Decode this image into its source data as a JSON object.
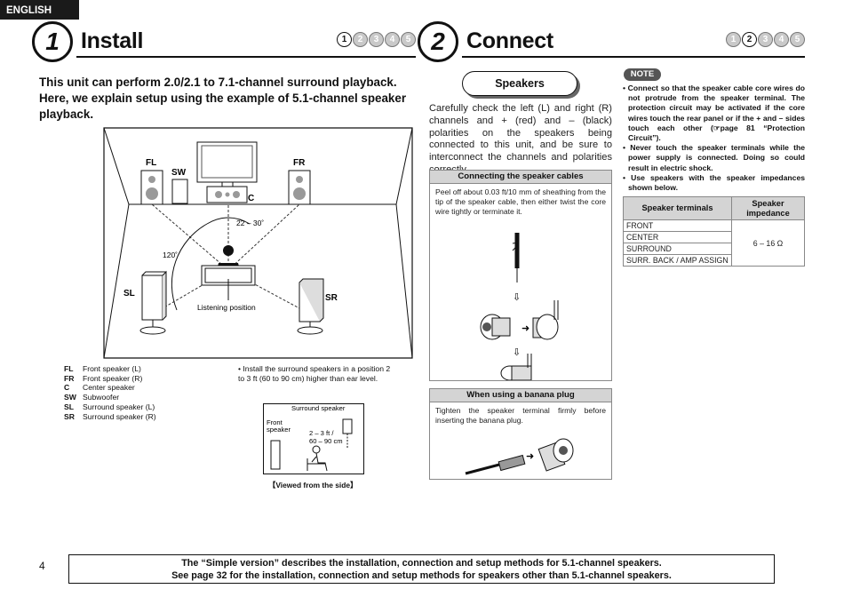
{
  "language_tab": "ENGLISH",
  "section1": {
    "number": "1",
    "title": "Install",
    "steps": [
      "1",
      "2",
      "3",
      "4",
      "5"
    ],
    "active_step": 0
  },
  "section2": {
    "number": "2",
    "title": "Connect",
    "steps": [
      "1",
      "2",
      "3",
      "4",
      "5"
    ],
    "active_step": 1
  },
  "intro": "This unit can perform 2.0/2.1 to 7.1-channel surround playback. Here, we explain setup using the example of 5.1-channel speaker playback.",
  "diagram": {
    "labels": {
      "fl": "FL",
      "fr": "FR",
      "sw": "SW",
      "c": "C",
      "sl": "SL",
      "sr": "SR"
    },
    "angle_front": "22 – 30˚",
    "angle_surround": "120˚",
    "listening_position": "Listening position"
  },
  "legend": [
    {
      "code": "FL",
      "desc": "Front speaker (L)"
    },
    {
      "code": "FR",
      "desc": "Front speaker (R)"
    },
    {
      "code": "C",
      "desc": "Center speaker"
    },
    {
      "code": "SW",
      "desc": "Subwoofer"
    },
    {
      "code": "SL",
      "desc": "Surround speaker (L)"
    },
    {
      "code": "SR",
      "desc": "Surround speaker (R)"
    }
  ],
  "surround_note": "• Install the surround speakers in a position 2 to 3 ft (60 to 90 cm) higher than ear level.",
  "side_view": {
    "surround_speaker": "Surround speaker",
    "front_speaker_1": "Front",
    "front_speaker_2": "speaker",
    "height_1": "2 – 3 ft /",
    "height_2": "60 – 90 cm",
    "caption": "【Viewed from the side】"
  },
  "speakers_pill": "Speakers",
  "connect_text": "Carefully check the left (L) and right (R) channels and + (red) and – (black) polarities on the speakers being connected to this unit, and be sure to interconnect the channels and polarities correctly.",
  "cables_panel": {
    "title": "Connecting the speaker cables",
    "text": "Peel off about 0.03 ft/10 mm of sheathing from the tip of the speaker cable, then either twist the core wire tightly or terminate it."
  },
  "banana_panel": {
    "title": "When using a banana plug",
    "text": "Tighten the speaker terminal firmly before inserting the banana plug."
  },
  "note_tag": "NOTE",
  "notes": [
    "Connect so that the speaker cable core wires do not protrude from the speaker terminal. The protection circuit may be activated if the core wires touch the rear panel or if the + and – sides touch each other (☞page 81 “Protection Circuit”).",
    "Never touch the speaker terminals while the power supply is connected. Doing so could result in electric shock.",
    "Use speakers with the speaker impedances shown below."
  ],
  "impedance_table": {
    "col1": "Speaker terminals",
    "col2_line1": "Speaker",
    "col2_line2": "impedance",
    "rows": [
      "FRONT",
      "CENTER",
      "SURROUND",
      "SURR. BACK / AMP ASSIGN"
    ],
    "impedance": "6 – 16 Ω"
  },
  "page_number": "4",
  "footer_line1": "The “Simple version” describes the installation, connection and setup methods for 5.1-channel speakers.",
  "footer_line2": "See page 32 for the installation, connection and setup methods for speakers other than 5.1-channel speakers."
}
